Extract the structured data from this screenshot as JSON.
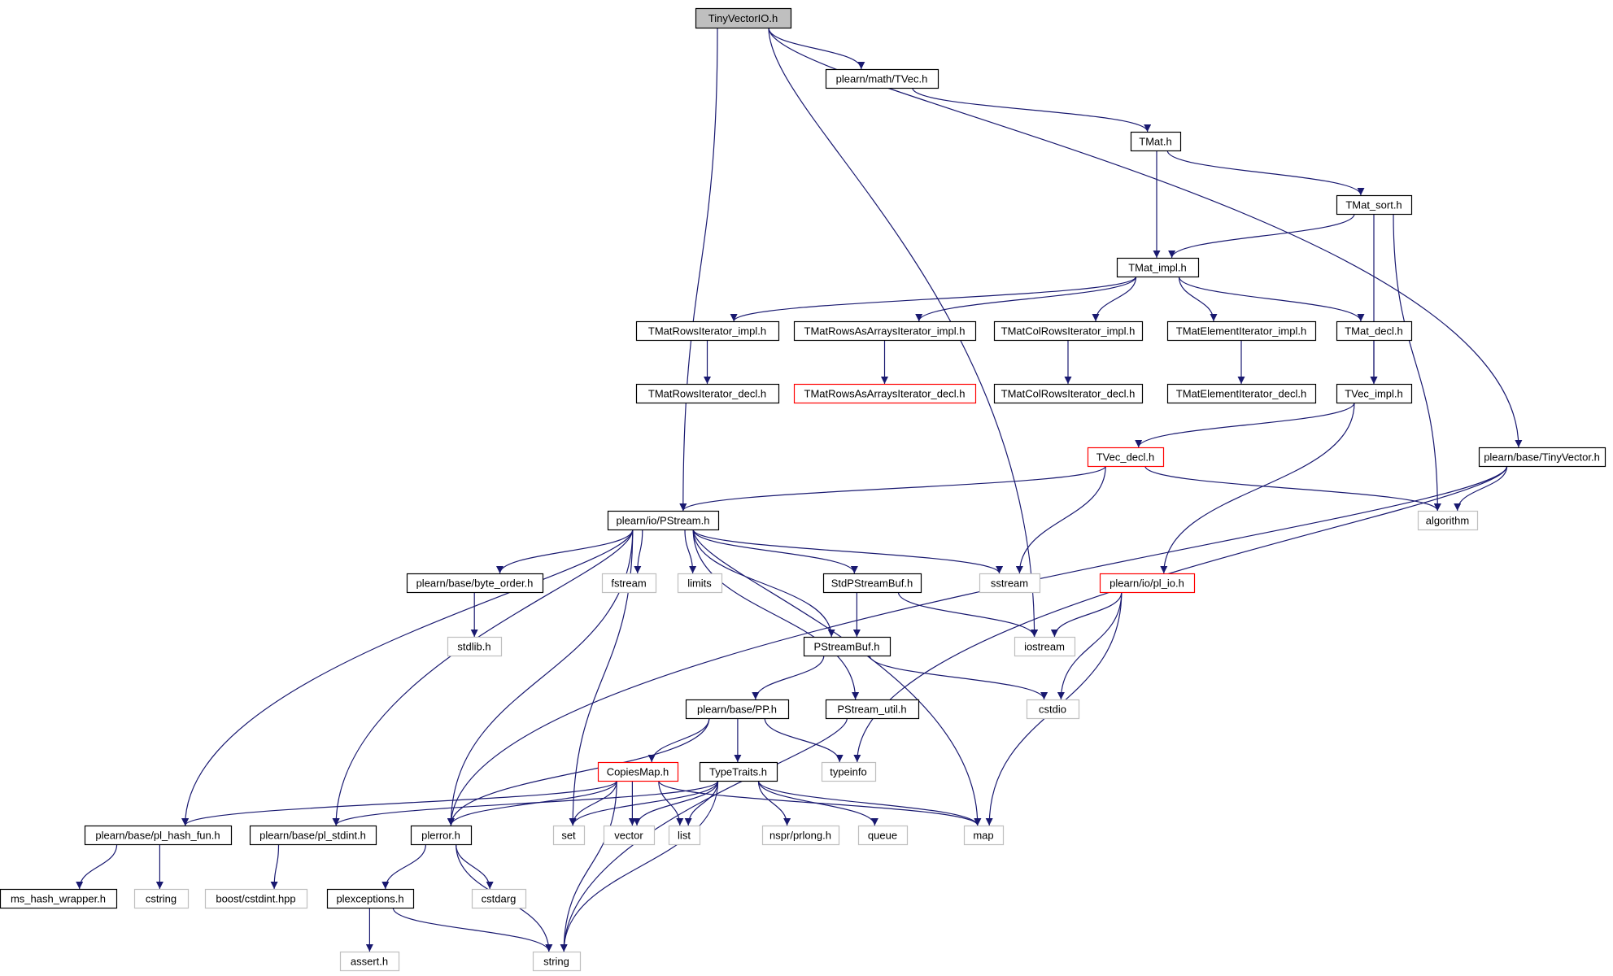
{
  "diagram": {
    "colors": {
      "edge": "#191970",
      "border_normal": "#000000",
      "border_system": "#bfbfbf",
      "border_truncated": "#ff0000",
      "root_fill": "#bfbfbf",
      "node_fill": "#ffffff"
    },
    "nodes": [
      {
        "id": "tinyvectorio",
        "label": "TinyVectorIO.h",
        "kind": "root"
      },
      {
        "id": "tvec_h",
        "label": "plearn/math/TVec.h",
        "kind": "normal"
      },
      {
        "id": "tmat_h",
        "label": "TMat.h",
        "kind": "normal"
      },
      {
        "id": "tmat_sort",
        "label": "TMat_sort.h",
        "kind": "normal"
      },
      {
        "id": "tmat_impl",
        "label": "TMat_impl.h",
        "kind": "normal"
      },
      {
        "id": "tmatrows_impl",
        "label": "TMatRowsIterator_impl.h",
        "kind": "normal"
      },
      {
        "id": "tmatrowsasarrays_impl",
        "label": "TMatRowsAsArraysIterator_impl.h",
        "kind": "normal"
      },
      {
        "id": "tmatcolrows_impl",
        "label": "TMatColRowsIterator_impl.h",
        "kind": "normal"
      },
      {
        "id": "tmatelement_impl",
        "label": "TMatElementIterator_impl.h",
        "kind": "normal"
      },
      {
        "id": "tmat_decl",
        "label": "TMat_decl.h",
        "kind": "normal"
      },
      {
        "id": "tmatrows_decl",
        "label": "TMatRowsIterator_decl.h",
        "kind": "normal"
      },
      {
        "id": "tmatrowsasarrays_decl",
        "label": "TMatRowsAsArraysIterator_decl.h",
        "kind": "truncated"
      },
      {
        "id": "tmatcolrows_decl",
        "label": "TMatColRowsIterator_decl.h",
        "kind": "normal"
      },
      {
        "id": "tmatelement_decl",
        "label": "TMatElementIterator_decl.h",
        "kind": "normal"
      },
      {
        "id": "tvec_impl",
        "label": "TVec_impl.h",
        "kind": "normal"
      },
      {
        "id": "tvec_decl",
        "label": "TVec_decl.h",
        "kind": "truncated"
      },
      {
        "id": "tinyvector_h",
        "label": "plearn/base/TinyVector.h",
        "kind": "normal"
      },
      {
        "id": "algorithm",
        "label": "algorithm",
        "kind": "system"
      },
      {
        "id": "pstream_h",
        "label": "plearn/io/PStream.h",
        "kind": "normal"
      },
      {
        "id": "byte_order",
        "label": "plearn/base/byte_order.h",
        "kind": "normal"
      },
      {
        "id": "fstream",
        "label": "fstream",
        "kind": "system"
      },
      {
        "id": "limits",
        "label": "limits",
        "kind": "system"
      },
      {
        "id": "stdpstreambuf",
        "label": "StdPStreamBuf.h",
        "kind": "normal"
      },
      {
        "id": "sstream",
        "label": "sstream",
        "kind": "system"
      },
      {
        "id": "pl_io",
        "label": "plearn/io/pl_io.h",
        "kind": "truncated"
      },
      {
        "id": "stdlib",
        "label": "stdlib.h",
        "kind": "system"
      },
      {
        "id": "pstreambuf",
        "label": "PStreamBuf.h",
        "kind": "normal"
      },
      {
        "id": "iostream",
        "label": "iostream",
        "kind": "system"
      },
      {
        "id": "pp_h",
        "label": "plearn/base/PP.h",
        "kind": "normal"
      },
      {
        "id": "pstream_util",
        "label": "PStream_util.h",
        "kind": "normal"
      },
      {
        "id": "cstdio",
        "label": "cstdio",
        "kind": "system"
      },
      {
        "id": "copiesmap",
        "label": "CopiesMap.h",
        "kind": "truncated"
      },
      {
        "id": "typetraits",
        "label": "TypeTraits.h",
        "kind": "normal"
      },
      {
        "id": "typeinfo",
        "label": "typeinfo",
        "kind": "system"
      },
      {
        "id": "pl_hash_fun",
        "label": "plearn/base/pl_hash_fun.h",
        "kind": "normal"
      },
      {
        "id": "pl_stdint",
        "label": "plearn/base/pl_stdint.h",
        "kind": "normal"
      },
      {
        "id": "plerror",
        "label": "plerror.h",
        "kind": "normal"
      },
      {
        "id": "set",
        "label": "set",
        "kind": "system"
      },
      {
        "id": "vector",
        "label": "vector",
        "kind": "system"
      },
      {
        "id": "list",
        "label": "list",
        "kind": "system"
      },
      {
        "id": "nspr_prlong",
        "label": "nspr/prlong.h",
        "kind": "system"
      },
      {
        "id": "queue",
        "label": "queue",
        "kind": "system"
      },
      {
        "id": "map",
        "label": "map",
        "kind": "system"
      },
      {
        "id": "ms_hash_wrapper",
        "label": "ms_hash_wrapper.h",
        "kind": "normal"
      },
      {
        "id": "cstring",
        "label": "cstring",
        "kind": "system"
      },
      {
        "id": "boost_cstdint",
        "label": "boost/cstdint.hpp",
        "kind": "system"
      },
      {
        "id": "plexceptions",
        "label": "plexceptions.h",
        "kind": "normal"
      },
      {
        "id": "cstdarg",
        "label": "cstdarg",
        "kind": "system"
      },
      {
        "id": "assert_h",
        "label": "assert.h",
        "kind": "system"
      },
      {
        "id": "string",
        "label": "string",
        "kind": "system"
      }
    ],
    "edges": [
      [
        "tinyvectorio",
        "tvec_h"
      ],
      [
        "tinyvectorio",
        "pstream_h"
      ],
      [
        "tinyvectorio",
        "iostream"
      ],
      [
        "tinyvectorio",
        "tinyvector_h"
      ],
      [
        "tvec_h",
        "tmat_h"
      ],
      [
        "tmat_h",
        "tmat_impl"
      ],
      [
        "tmat_h",
        "tmat_sort"
      ],
      [
        "tmat_sort",
        "tmat_impl"
      ],
      [
        "tmat_sort",
        "tvec_impl"
      ],
      [
        "tmat_sort",
        "algorithm"
      ],
      [
        "tmat_impl",
        "tmatrows_impl"
      ],
      [
        "tmat_impl",
        "tmatrowsasarrays_impl"
      ],
      [
        "tmat_impl",
        "tmatcolrows_impl"
      ],
      [
        "tmat_impl",
        "tmatelement_impl"
      ],
      [
        "tmat_impl",
        "tmat_decl"
      ],
      [
        "tmatrows_impl",
        "tmatrows_decl"
      ],
      [
        "tmatrowsasarrays_impl",
        "tmatrowsasarrays_decl"
      ],
      [
        "tmatcolrows_impl",
        "tmatcolrows_decl"
      ],
      [
        "tmatelement_impl",
        "tmatelement_decl"
      ],
      [
        "tmat_decl",
        "tvec_impl"
      ],
      [
        "tvec_impl",
        "tvec_decl"
      ],
      [
        "tvec_impl",
        "pl_io"
      ],
      [
        "tvec_decl",
        "pstream_h"
      ],
      [
        "tvec_decl",
        "sstream"
      ],
      [
        "tvec_decl",
        "algorithm"
      ],
      [
        "tinyvector_h",
        "algorithm"
      ],
      [
        "tinyvector_h",
        "typeinfo"
      ],
      [
        "tinyvector_h",
        "plerror"
      ],
      [
        "pstream_h",
        "byte_order"
      ],
      [
        "pstream_h",
        "fstream"
      ],
      [
        "pstream_h",
        "limits"
      ],
      [
        "pstream_h",
        "stdpstreambuf"
      ],
      [
        "pstream_h",
        "sstream"
      ],
      [
        "pstream_h",
        "pstreambuf"
      ],
      [
        "pstream_h",
        "pstream_util"
      ],
      [
        "pstream_h",
        "map"
      ],
      [
        "pstream_h",
        "set"
      ],
      [
        "pstream_h",
        "plerror"
      ],
      [
        "pstream_h",
        "pl_stdint"
      ],
      [
        "pstream_h",
        "pl_hash_fun"
      ],
      [
        "byte_order",
        "stdlib"
      ],
      [
        "stdpstreambuf",
        "pstreambuf"
      ],
      [
        "stdpstreambuf",
        "iostream"
      ],
      [
        "pl_io",
        "iostream"
      ],
      [
        "pl_io",
        "cstdio"
      ],
      [
        "pl_io",
        "map"
      ],
      [
        "pstreambuf",
        "pp_h"
      ],
      [
        "pstreambuf",
        "cstdio"
      ],
      [
        "pp_h",
        "copiesmap"
      ],
      [
        "pp_h",
        "typetraits"
      ],
      [
        "pp_h",
        "typeinfo"
      ],
      [
        "pp_h",
        "plerror"
      ],
      [
        "pstream_util",
        "string"
      ],
      [
        "copiesmap",
        "pl_hash_fun"
      ],
      [
        "copiesmap",
        "plerror"
      ],
      [
        "copiesmap",
        "set"
      ],
      [
        "copiesmap",
        "vector"
      ],
      [
        "copiesmap",
        "list"
      ],
      [
        "copiesmap",
        "map"
      ],
      [
        "copiesmap",
        "string"
      ],
      [
        "typetraits",
        "pl_stdint"
      ],
      [
        "typetraits",
        "set"
      ],
      [
        "typetraits",
        "vector"
      ],
      [
        "typetraits",
        "list"
      ],
      [
        "typetraits",
        "nspr_prlong"
      ],
      [
        "typetraits",
        "queue"
      ],
      [
        "typetraits",
        "map"
      ],
      [
        "typetraits",
        "string"
      ],
      [
        "pl_hash_fun",
        "ms_hash_wrapper"
      ],
      [
        "pl_hash_fun",
        "cstring"
      ],
      [
        "pl_stdint",
        "boost_cstdint"
      ],
      [
        "plerror",
        "plexceptions"
      ],
      [
        "plerror",
        "cstdarg"
      ],
      [
        "plerror",
        "string"
      ],
      [
        "plexceptions",
        "assert_h"
      ],
      [
        "plexceptions",
        "string"
      ]
    ]
  }
}
